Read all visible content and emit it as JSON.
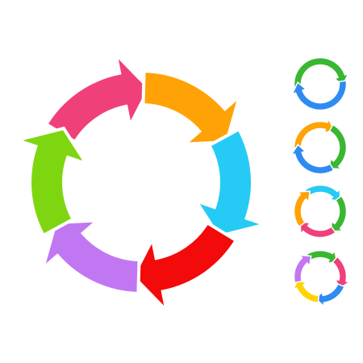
{
  "colors": {
    "background": "#ffffff",
    "pink": "#f0407a",
    "orange": "#ffa205",
    "cyan": "#26cbf5",
    "red": "#f30a0a",
    "purple": "#c177f2",
    "green": "#7ed611",
    "yellow": "#ffd400",
    "blue": "#2e8bf1",
    "dark_green": "#39b731"
  },
  "cycles": [
    {
      "name": "large-six-step-cycle",
      "arrows": [
        {
          "name": "pink-arrow",
          "color": "pink"
        },
        {
          "name": "orange-arrow",
          "color": "orange"
        },
        {
          "name": "cyan-arrow",
          "color": "cyan"
        },
        {
          "name": "red-arrow",
          "color": "red"
        },
        {
          "name": "purple-arrow",
          "color": "purple"
        },
        {
          "name": "green-arrow",
          "color": "green"
        }
      ]
    },
    {
      "name": "two-step-cycle-green-blue",
      "arrows": [
        {
          "name": "green-arrow",
          "color": "dark_green"
        },
        {
          "name": "blue-arrow",
          "color": "blue"
        }
      ]
    },
    {
      "name": "three-step-cycle-orange-green-blue",
      "arrows": [
        {
          "name": "orange-arrow",
          "color": "orange"
        },
        {
          "name": "green-arrow",
          "color": "dark_green"
        },
        {
          "name": "blue-arrow",
          "color": "blue"
        }
      ]
    },
    {
      "name": "four-step-cycle-cyan-green-pink-orange",
      "arrows": [
        {
          "name": "cyan-arrow",
          "color": "cyan"
        },
        {
          "name": "green-arrow",
          "color": "dark_green"
        },
        {
          "name": "pink-arrow",
          "color": "pink"
        },
        {
          "name": "orange-arrow",
          "color": "orange"
        }
      ]
    },
    {
      "name": "five-step-cycle-green-pink-blue-yellow-purple",
      "arrows": [
        {
          "name": "green-arrow",
          "color": "dark_green"
        },
        {
          "name": "pink-arrow",
          "color": "pink"
        },
        {
          "name": "blue-arrow",
          "color": "blue"
        },
        {
          "name": "yellow-arrow",
          "color": "yellow"
        },
        {
          "name": "purple-arrow",
          "color": "purple"
        }
      ]
    }
  ]
}
